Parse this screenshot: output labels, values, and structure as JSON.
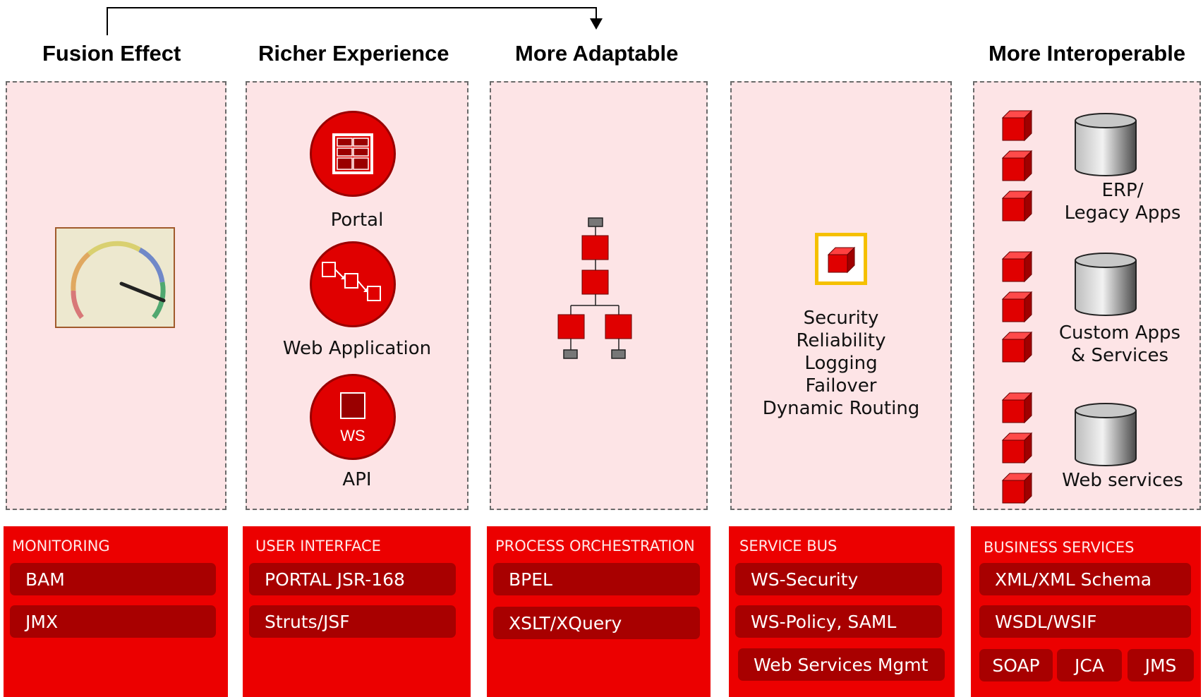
{
  "headers": {
    "fusion": "Fusion Effect",
    "richer": "Richer Experience",
    "adaptable": "More Adaptable",
    "interoperable": "More Interoperable"
  },
  "ui_panel": {
    "portal": "Portal",
    "webapp": "Web Application",
    "api": "API",
    "ws_badge": "WS"
  },
  "bus_panel": {
    "features": [
      "Security",
      "Reliability",
      "Logging",
      "Failover",
      "Dynamic Routing"
    ]
  },
  "interop_panel": {
    "groups": [
      {
        "label_line1": "ERP/",
        "label_line2": "Legacy Apps"
      },
      {
        "label_line1": "Custom Apps",
        "label_line2": "& Services"
      },
      {
        "label_line1": "Web services",
        "label_line2": ""
      }
    ]
  },
  "boxes": {
    "monitoring": {
      "title": "MONITORING",
      "items": [
        "BAM",
        "JMX"
      ]
    },
    "ui": {
      "title": "USER INTERFACE",
      "items": [
        "PORTAL JSR-168",
        "Struts/JSF"
      ]
    },
    "process": {
      "title": "PROCESS ORCHESTRATION",
      "items": [
        "BPEL",
        "XSLT/XQuery"
      ]
    },
    "bus": {
      "title": "SERVICE BUS",
      "items": [
        "WS-Security",
        "WS-Policy, SAML",
        "Web Services Mgmt"
      ]
    },
    "business": {
      "title": "BUSINESS SERVICES",
      "items": [
        "XML/XML Schema",
        "WSDL/WSIF",
        "SOAP",
        "JCA",
        "JMS"
      ]
    }
  },
  "colors": {
    "red": "#ec0000",
    "dark_red": "#a80000",
    "panel_pink": "#fde4e6",
    "highlight_yellow": "#f5c000"
  },
  "icons": [
    "gauge-icon",
    "portal-icon",
    "web-application-icon",
    "api-icon",
    "process-flow-icon",
    "cube-icon",
    "database-icon",
    "arrow-icon"
  ]
}
